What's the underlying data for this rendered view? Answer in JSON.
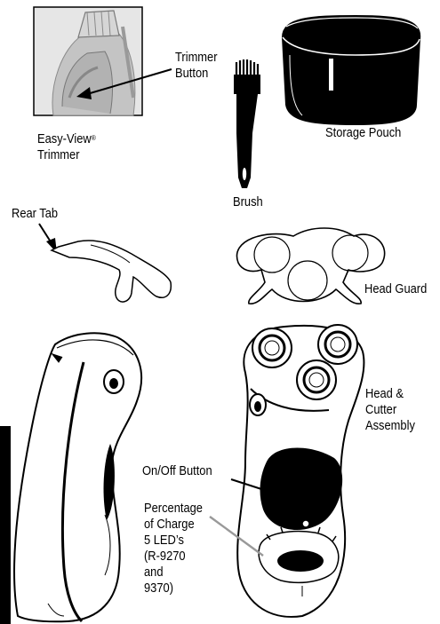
{
  "labels": {
    "trimmer_button": [
      "Trimmer",
      "Button"
    ],
    "easy_view": [
      "Easy-View",
      "®",
      "Trimmer"
    ],
    "brush": "Brush",
    "storage_pouch": "Storage Pouch",
    "rear_tab": "Rear Tab",
    "head_guard": "Head Guard",
    "head_cutter": [
      "Head &",
      "Cutter",
      "Assembly"
    ],
    "on_off": "On/Off Button",
    "percentage": [
      "Percentage",
      "of Charge",
      "5 LED’s",
      "(R-9270",
      "and",
      "9370)"
    ]
  },
  "colors": {
    "ink": "#000000",
    "paper": "#ffffff",
    "photo_gray": "#b8b8b8",
    "pointer_gray": "#999999"
  }
}
